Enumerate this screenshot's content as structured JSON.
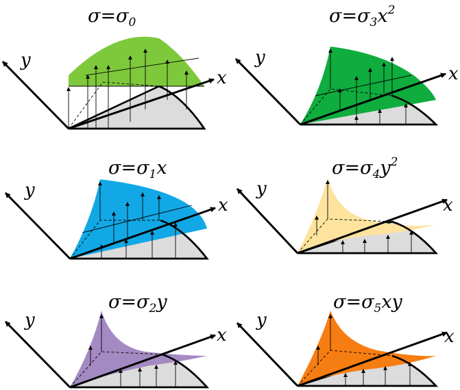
{
  "panels": [
    {
      "sigma": "σ",
      "eq": "=",
      "coef": "σ",
      "sub": "0",
      "var": "",
      "sup": "",
      "y_label": "y",
      "x_label": "x",
      "color": "#7ec83c"
    },
    {
      "sigma": "σ",
      "eq": "=",
      "coef": "σ",
      "sub": "3",
      "var": "x",
      "sup": "2",
      "y_label": "y",
      "x_label": "x",
      "color": "#0fac3e"
    },
    {
      "sigma": "σ",
      "eq": "=",
      "coef": "σ",
      "sub": "1",
      "var": "x",
      "sup": "",
      "y_label": "y",
      "x_label": "x",
      "color": "#12a8e6"
    },
    {
      "sigma": "σ",
      "eq": "=",
      "coef": "σ",
      "sub": "4",
      "var": "y",
      "sup": "2",
      "y_label": "y",
      "x_label": "x",
      "color": "#fde39e"
    },
    {
      "sigma": "σ",
      "eq": "=",
      "coef": "σ",
      "sub": "2",
      "var": "y",
      "sup": "",
      "y_label": "y",
      "x_label": "x",
      "color": "#a48ac2"
    },
    {
      "sigma": "σ",
      "eq": "=",
      "coef": "σ",
      "sub": "5",
      "var": "xy",
      "sup": "",
      "y_label": "y",
      "x_label": "x",
      "color": "#f67d12"
    }
  ]
}
